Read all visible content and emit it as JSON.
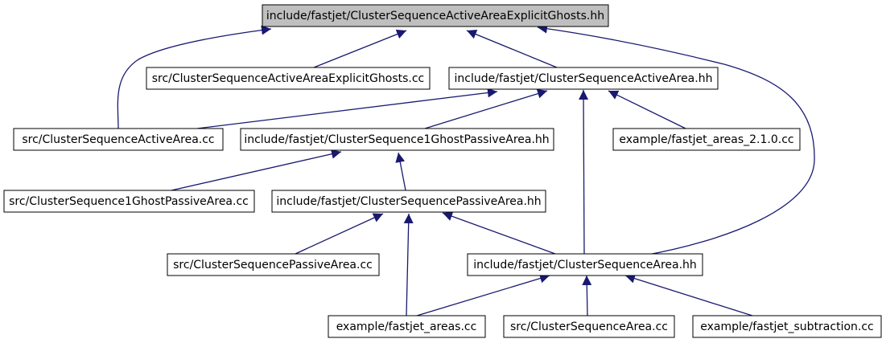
{
  "diagram": {
    "colors": {
      "edge": "#191970",
      "root_fill": "#bfbfbf",
      "node_fill": "#ffffff",
      "border": "#000000"
    },
    "nodes": {
      "n0": "include/fastjet/ClusterSequenceActiveAreaExplicitGhosts.hh",
      "n1": "src/ClusterSequenceActiveAreaExplicitGhosts.cc",
      "n2": "include/fastjet/ClusterSequenceActiveArea.hh",
      "n3": "src/ClusterSequenceActiveArea.cc",
      "n4": "include/fastjet/ClusterSequence1GhostPassiveArea.hh",
      "n5": "example/fastjet_areas_2.1.0.cc",
      "n6": "src/ClusterSequence1GhostPassiveArea.cc",
      "n7": "include/fastjet/ClusterSequencePassiveArea.hh",
      "n8": "src/ClusterSequencePassiveArea.cc",
      "n9": "include/fastjet/ClusterSequenceArea.hh",
      "n10": "example/fastjet_areas.cc",
      "n11": "src/ClusterSequenceArea.cc",
      "n12": "example/fastjet_subtraction.cc"
    },
    "root_node": "n0",
    "edges": [
      [
        "n0",
        "n1"
      ],
      [
        "n0",
        "n2"
      ],
      [
        "n0",
        "n3"
      ],
      [
        "n0",
        "n9"
      ],
      [
        "n2",
        "n3"
      ],
      [
        "n2",
        "n4"
      ],
      [
        "n2",
        "n5"
      ],
      [
        "n2",
        "n9"
      ],
      [
        "n4",
        "n6"
      ],
      [
        "n4",
        "n7"
      ],
      [
        "n7",
        "n8"
      ],
      [
        "n7",
        "n9"
      ],
      [
        "n7",
        "n10"
      ],
      [
        "n9",
        "n10"
      ],
      [
        "n9",
        "n11"
      ],
      [
        "n9",
        "n12"
      ]
    ]
  }
}
